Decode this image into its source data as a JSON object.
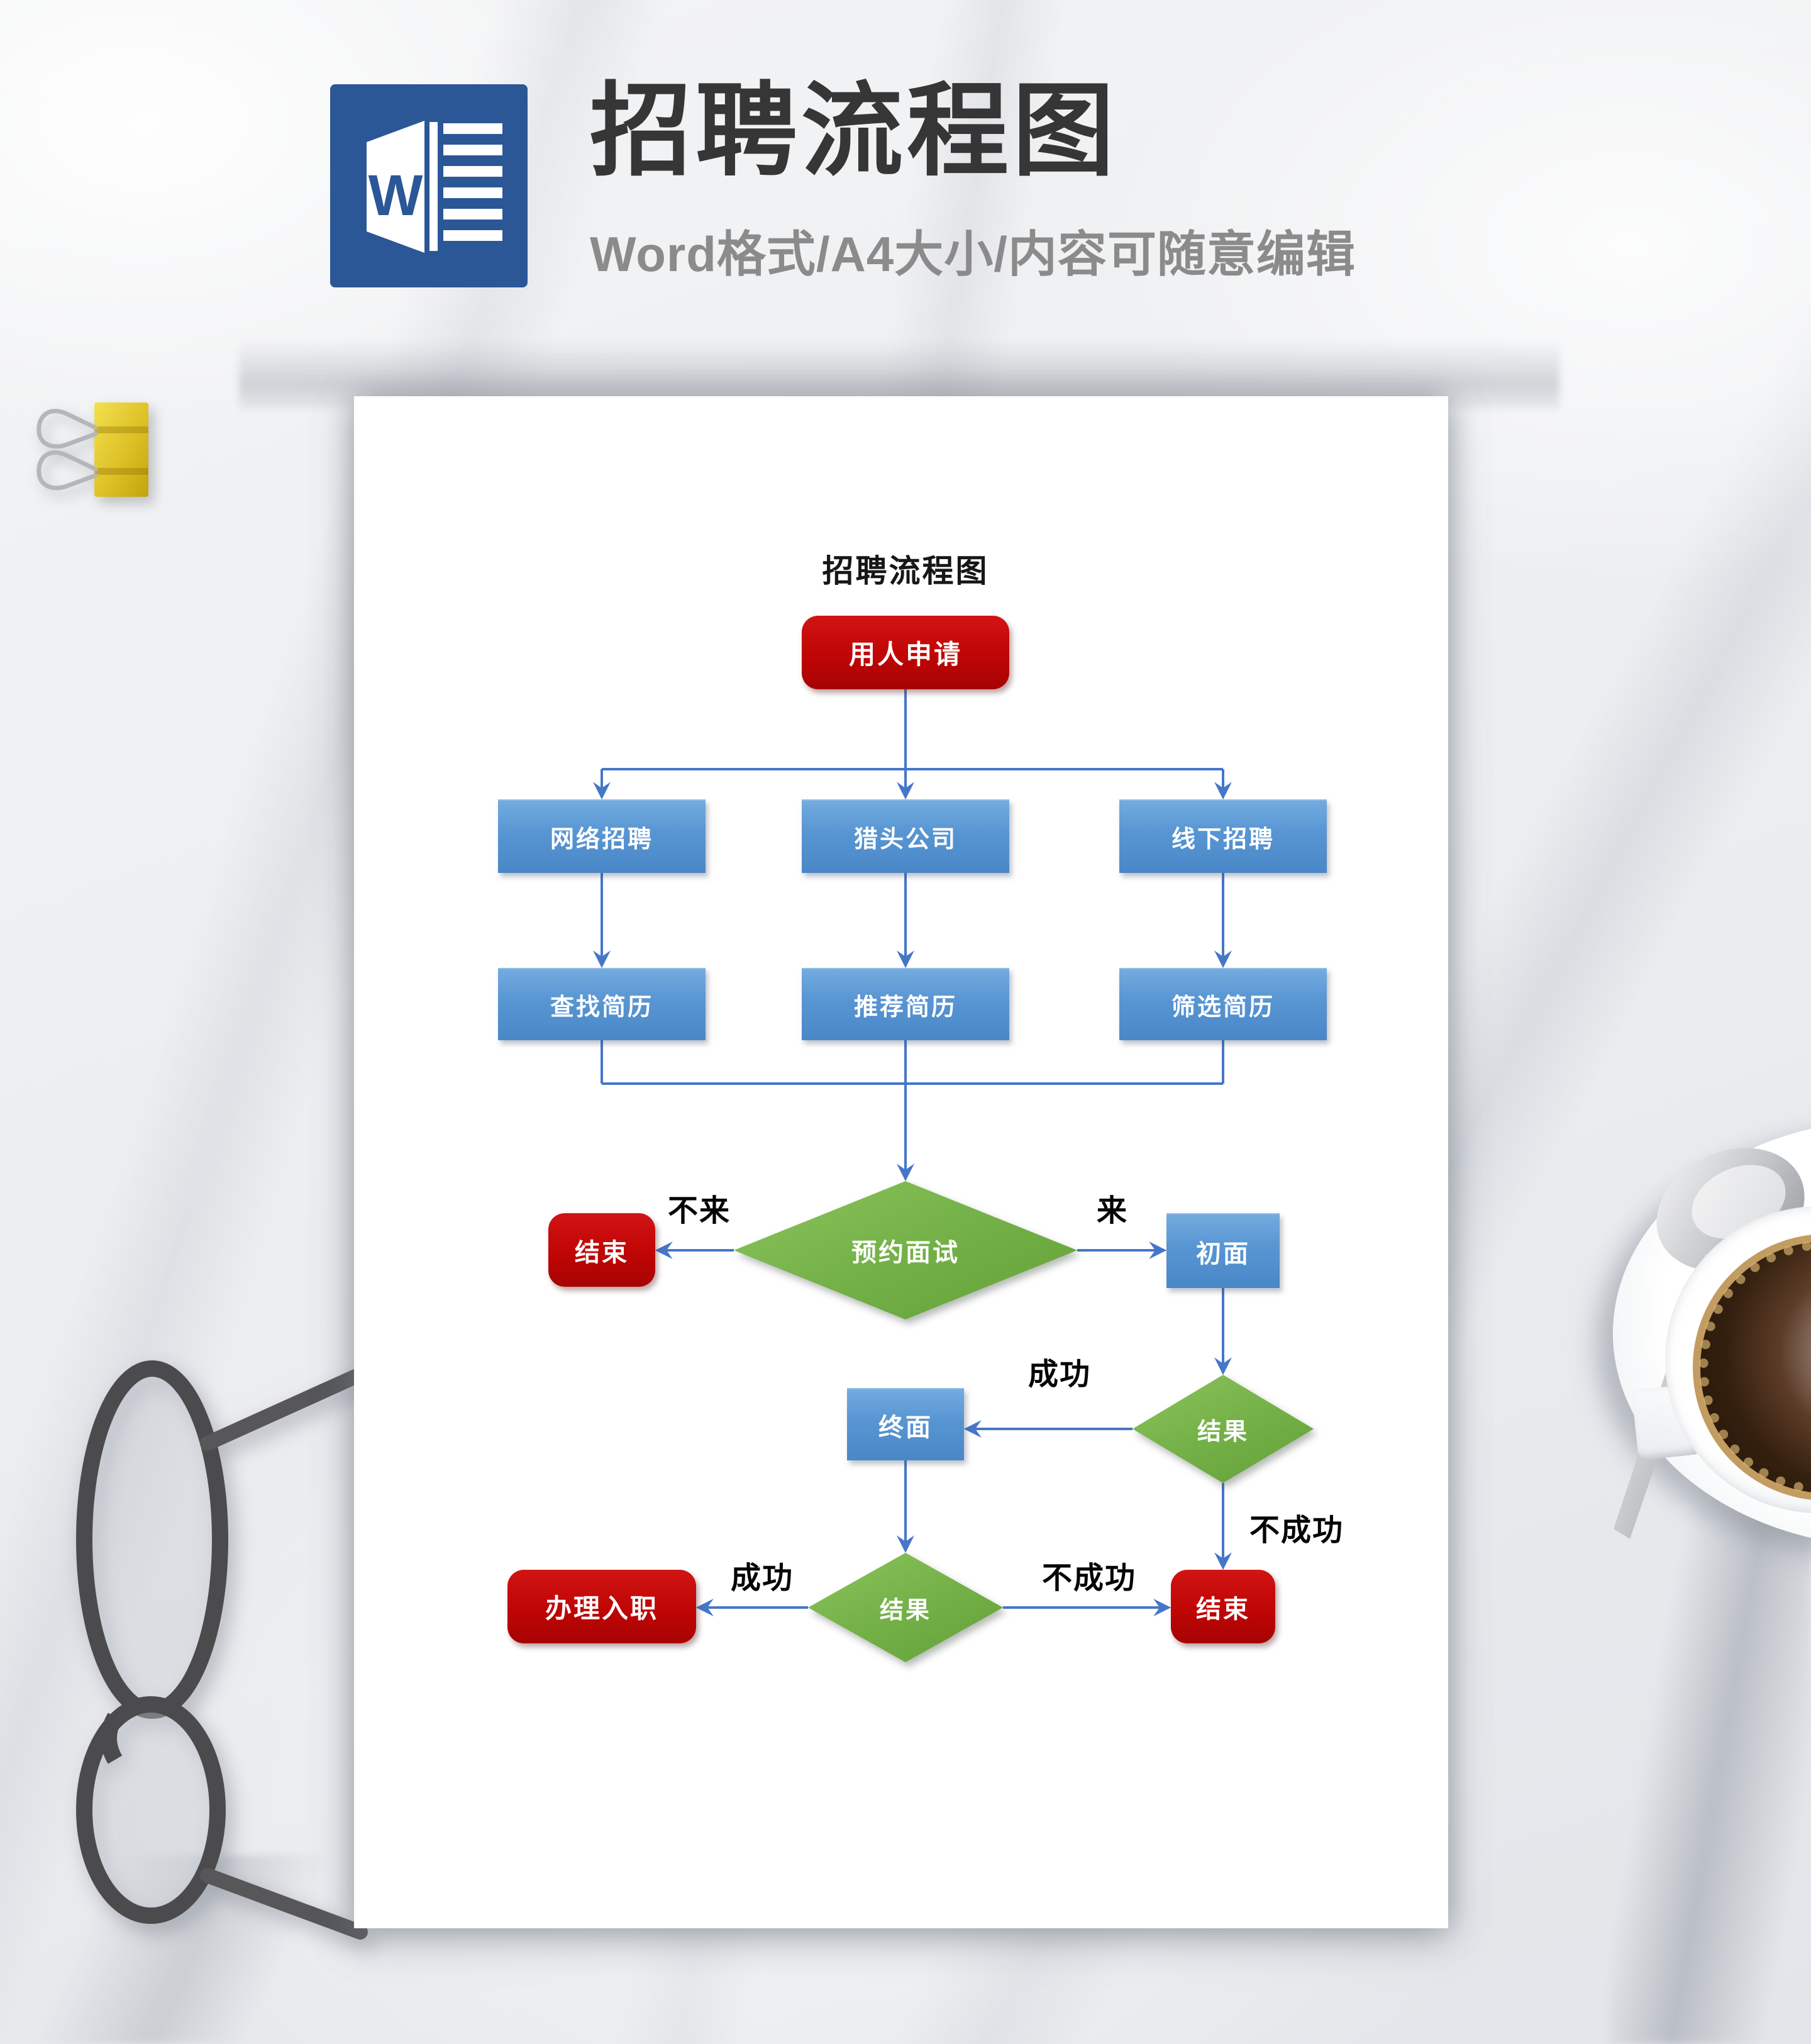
{
  "header": {
    "icon_letter": "W",
    "title": "招聘流程图",
    "subtitle": "Word格式/A4大小/内容可随意编辑"
  },
  "document": {
    "flow_title": "招聘流程图"
  },
  "flowchart": {
    "nodes": [
      {
        "id": "apply",
        "label": "用人申请",
        "shape": "rounded-rect",
        "color": "red"
      },
      {
        "id": "online-recruit",
        "label": "网络招聘",
        "shape": "rect",
        "color": "blue"
      },
      {
        "id": "headhunter",
        "label": "猎头公司",
        "shape": "rect",
        "color": "blue"
      },
      {
        "id": "offline-recruit",
        "label": "线下招聘",
        "shape": "rect",
        "color": "blue"
      },
      {
        "id": "search-resume",
        "label": "查找简历",
        "shape": "rect",
        "color": "blue"
      },
      {
        "id": "recommend-resume",
        "label": "推荐简历",
        "shape": "rect",
        "color": "blue"
      },
      {
        "id": "screen-resume",
        "label": "筛选简历",
        "shape": "rect",
        "color": "blue"
      },
      {
        "id": "schedule-interview",
        "label": "预约面试",
        "shape": "diamond",
        "color": "green"
      },
      {
        "id": "end-no-show",
        "label": "结束",
        "shape": "rounded-rect",
        "color": "red"
      },
      {
        "id": "first-interview",
        "label": "初面",
        "shape": "rect",
        "color": "blue"
      },
      {
        "id": "result-1",
        "label": "结果",
        "shape": "diamond",
        "color": "green"
      },
      {
        "id": "final-interview",
        "label": "终面",
        "shape": "rect",
        "color": "blue"
      },
      {
        "id": "end-final",
        "label": "结束",
        "shape": "rounded-rect",
        "color": "red"
      },
      {
        "id": "result-2",
        "label": "结果",
        "shape": "diamond",
        "color": "green"
      },
      {
        "id": "onboarding",
        "label": "办理入职",
        "shape": "rounded-rect",
        "color": "red"
      }
    ],
    "edge_labels": [
      {
        "id": "no-show",
        "label": "不来"
      },
      {
        "id": "show-up",
        "label": "来"
      },
      {
        "id": "success-1",
        "label": "成功"
      },
      {
        "id": "fail-1",
        "label": "不成功"
      },
      {
        "id": "success-2",
        "label": "成功"
      },
      {
        "id": "fail-2",
        "label": "不成功"
      }
    ]
  },
  "colors": {
    "word_icon_blue": "#2B5797",
    "process_blue_top": "#74ABDF",
    "process_blue_bottom": "#4A87C8",
    "decision_green_top": "#8CC45C",
    "decision_green_bottom": "#63A238",
    "terminal_red_top": "#D11414",
    "terminal_red_bottom": "#A60303",
    "connector_blue": "#4676C8",
    "header_title_gray": "#363636",
    "header_subtitle_gray": "#8B8B8B"
  }
}
